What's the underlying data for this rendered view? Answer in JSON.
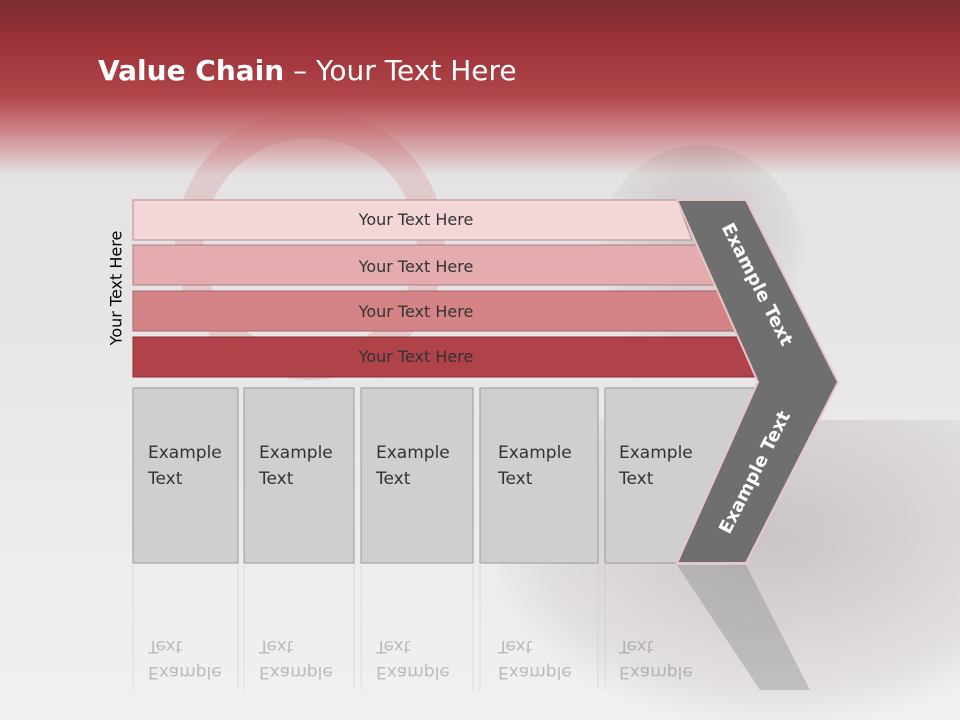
{
  "title": {
    "bold": "Value Chain",
    "rest": " – Your Text Here"
  },
  "side_label": "Your Text Here",
  "bars": [
    {
      "label": "Your Text Here",
      "color": "#f2d6d8"
    },
    {
      "label": "Your Text Here",
      "color": "#e4acae"
    },
    {
      "label": "Your Text Here",
      "color": "#d48486"
    },
    {
      "label": "Your Text Here",
      "color": "#b04349"
    }
  ],
  "boxes": [
    {
      "line1": "Example",
      "line2": "Text"
    },
    {
      "line1": "Example",
      "line2": "Text"
    },
    {
      "line1": "Example",
      "line2": "Text"
    },
    {
      "line1": "Example",
      "line2": "Text"
    },
    {
      "line1": "Example",
      "line2": "Text"
    }
  ],
  "arrow": {
    "top_label": "Example Text",
    "bottom_label": "Example Text",
    "color": "#6f6f6f"
  },
  "colors": {
    "header": "#9c3238",
    "box_fill": "#cfcfcf",
    "box_border": "#9a9a9a"
  }
}
